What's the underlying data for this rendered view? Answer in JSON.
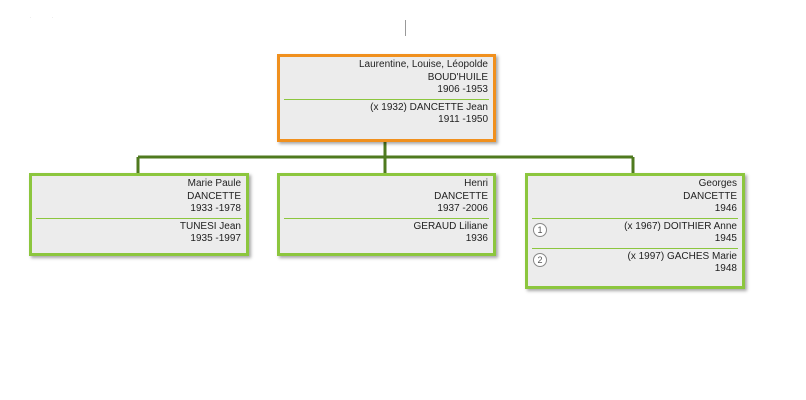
{
  "root": {
    "person": {
      "given": "Laurentine, Louise, Léopolde",
      "surname": "BOUD'HUILE",
      "dates": "1906  -1953"
    },
    "spouse": {
      "marriage": "(x 1932)  DANCETTE  Jean",
      "dates": "1911  -1950"
    }
  },
  "children": [
    {
      "person": {
        "given": "Marie Paule",
        "surname": "DANCETTE",
        "dates": "1933  -1978"
      },
      "spouses": [
        {
          "text": "TUNESI  Jean",
          "dates": "1935  -1997"
        }
      ]
    },
    {
      "person": {
        "given": "Henri",
        "surname": "DANCETTE",
        "dates": "1937  -2006"
      },
      "spouses": [
        {
          "text": "GERAUD  Liliane",
          "dates": "1936"
        }
      ]
    },
    {
      "person": {
        "given": "Georges",
        "surname": "DANCETTE",
        "dates": "1946"
      },
      "spouses": [
        {
          "index": "1",
          "text": "(x 1967)  DOITHIER  Anne",
          "dates": "1945"
        },
        {
          "index": "2",
          "text": "(x 1997)  GACHES  Marie",
          "dates": "1948"
        }
      ]
    }
  ],
  "colors": {
    "root_border": "#f0901e",
    "child_border": "#8cc63e",
    "connector": "#4f7a1f",
    "box_bg": "#ececec"
  }
}
